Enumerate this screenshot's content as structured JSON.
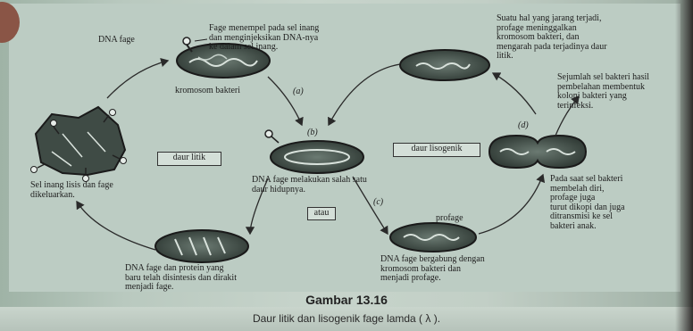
{
  "figure": {
    "title": "Gambar 13.16",
    "caption": "Daur litik dan lisogenik fage lamda ( λ )."
  },
  "labels": {
    "dna_fage": "DNA fage",
    "attach_desc": "Fage menempel pada sel inang\ndan menginjeksikan DNA-nya\nke dalam sel inang.",
    "kromosom": "kromosom bakteri",
    "a": "(a)",
    "b": "(b)",
    "c": "(c)",
    "d": "(d)",
    "center_desc": "DNA fage melakukan salah satu\ndaur hidupnya.",
    "daur_litik": "daur litik",
    "daur_lisogenik": "daur lisogenik",
    "atau": "atau",
    "lysis_desc": "Sel inang lisis dan fage\ndikeluarkan.",
    "synth_desc": "DNA fage dan protein yang\nbaru telah disintesis dan dirakit\nmenjadi fage.",
    "profage": "profage",
    "combine_desc": "DNA fage bergabung dengan\nkromosom bakteri dan\nmenjadi profage.",
    "division_desc": "Pada saat sel bakteri\nmembelah diri,\nprofage juga\nturut dikopi dan juga\nditransmisi ke sel\nbakteri anak.",
    "rare_desc": "Suatu hal yang jarang terjadi,\nprofage meninggalkan\nkromosom bakteri, dan\nmengarah pada terjadinya daur\nlitik.",
    "colony_desc": "Sejumlah sel bakteri hasil\npembelahan membentuk\nkoloni bakteri yang\nterinfeksi."
  },
  "colors": {
    "cell_fill": "#3d4a44",
    "cell_outline": "#1a1a1a",
    "dna": "#d9e2dc",
    "arrow": "#2a2a2a"
  }
}
